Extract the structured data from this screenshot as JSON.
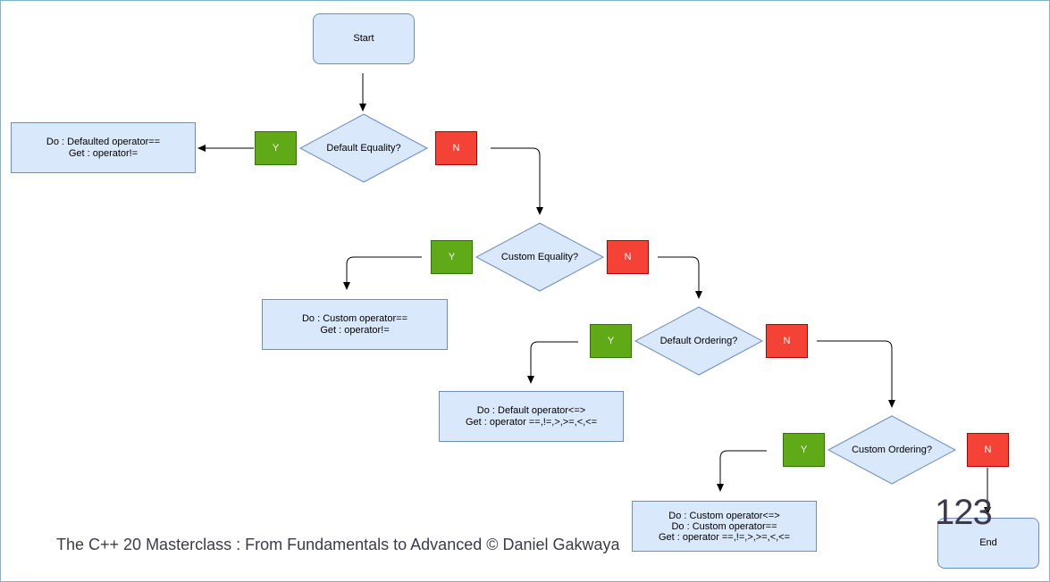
{
  "nodes": {
    "start": "Start",
    "end": "End",
    "default_equality": "Default Equality?",
    "custom_equality": "Custom Equality?",
    "default_ordering": "Default Ordering?",
    "custom_ordering": "Custom Ordering?"
  },
  "actions": {
    "defaulted_eq": [
      "Do : Defaulted operator==",
      "Get : operator!="
    ],
    "custom_eq": [
      "Do : Custom operator==",
      "Get : operator!="
    ],
    "default_order": [
      "Do : Default operator<=>",
      "Get : operator ==,!=,>,>=,<,<="
    ],
    "custom_order": [
      "Do : Custom operator<=>",
      "Do : Custom operator==",
      "Get : operator ==,!=,>,>=,<,<="
    ]
  },
  "labels": {
    "yes": "Y",
    "no": "N"
  },
  "footer": {
    "course": "The C++ 20 Masterclass : From Fundamentals to Advanced   © Daniel Gakwaya",
    "page": "123"
  },
  "colors": {
    "box_fill": "#dae8fc",
    "box_border": "#6c8ebf",
    "yes": "#60a917",
    "no": "#f44336"
  }
}
